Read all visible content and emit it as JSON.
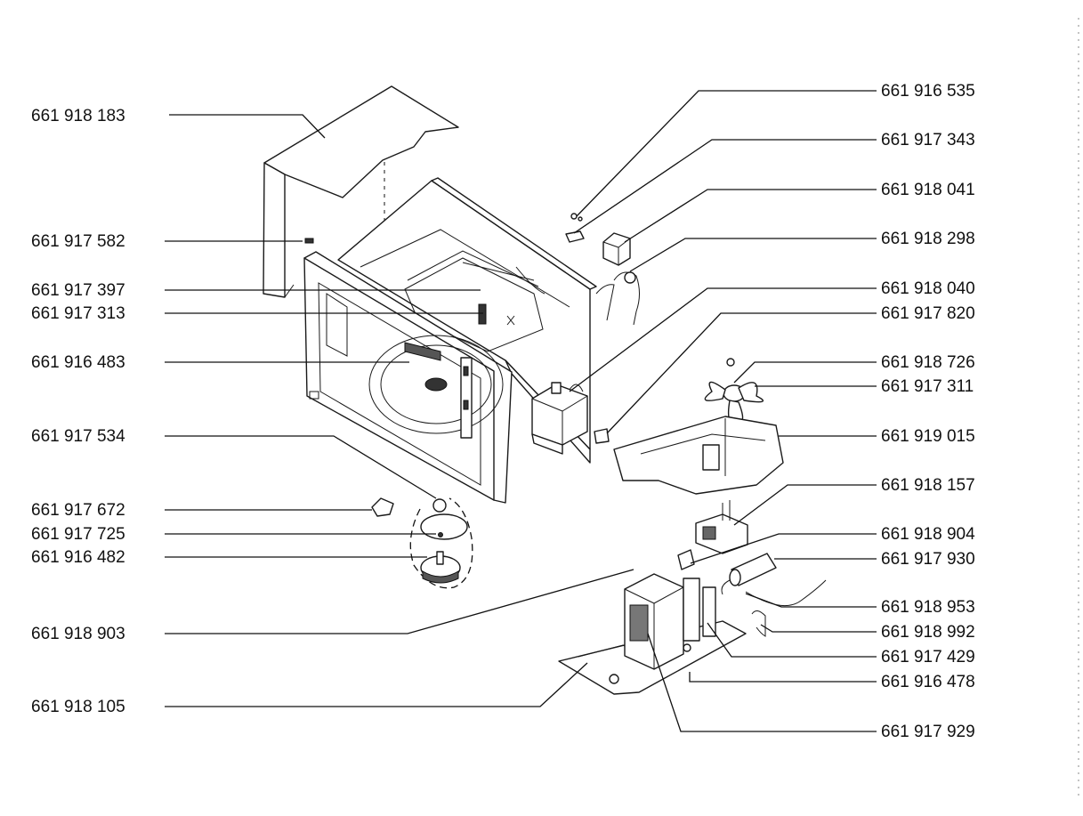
{
  "parts_left": [
    "661 918 183",
    "661 917 582",
    "661 917 397",
    "661 917 313",
    "661 916 483",
    "661 917 534",
    "661 917 672",
    "661 917 725",
    "661 916 482",
    "661 918 903",
    "661 918 105"
  ],
  "parts_right": [
    "661 916 535",
    "661 917 343",
    "661 918 041",
    "661 918 298",
    "661 918 040",
    "661 917 820",
    "661 918 726",
    "661 917 311",
    "661 919 015",
    "661 918 157",
    "661 918 904",
    "661 917 930",
    "661 918 953",
    "661 918 992",
    "661 917 429",
    "661 916 478",
    "661 917 929"
  ],
  "colors": {
    "ink": "#111111",
    "paper": "#ffffff"
  }
}
